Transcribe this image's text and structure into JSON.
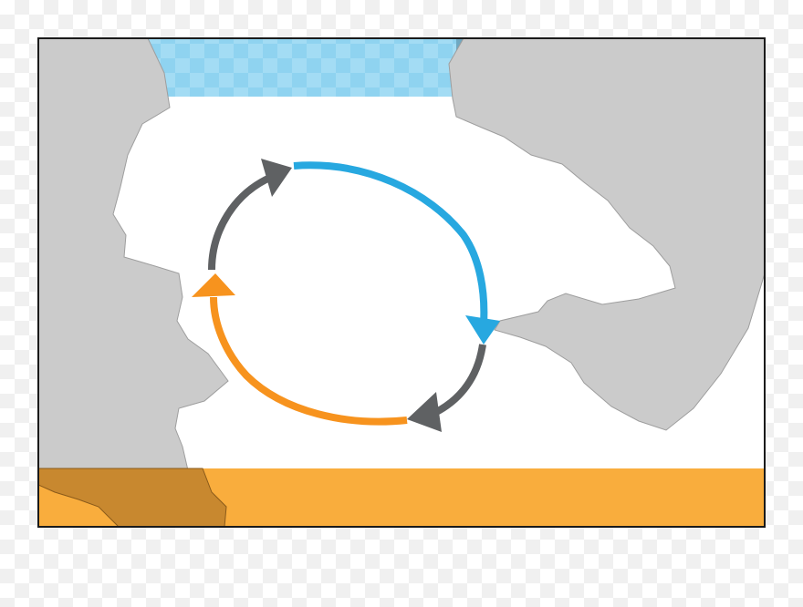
{
  "diagram": {
    "title": "",
    "colors": {
      "sky_band": "#6fa8c1",
      "sky_opening": "#8fd3f0",
      "rock": "#cbcbcb",
      "rock_edge": "#9e9e9e",
      "ground_band": "#f9ad3d",
      "ground_dark": "#c8882f",
      "arrow_blue": "#27a8e0",
      "arrow_gray": "#5f6163",
      "arrow_orange": "#f7931e",
      "frame": "#1a1a1a"
    },
    "cycle_segments": [
      {
        "name": "blue-segment",
        "color_key": "arrow_blue"
      },
      {
        "name": "gray-lower-segment",
        "color_key": "arrow_gray"
      },
      {
        "name": "orange-segment",
        "color_key": "arrow_orange"
      },
      {
        "name": "gray-upper-segment",
        "color_key": "arrow_gray"
      }
    ]
  }
}
